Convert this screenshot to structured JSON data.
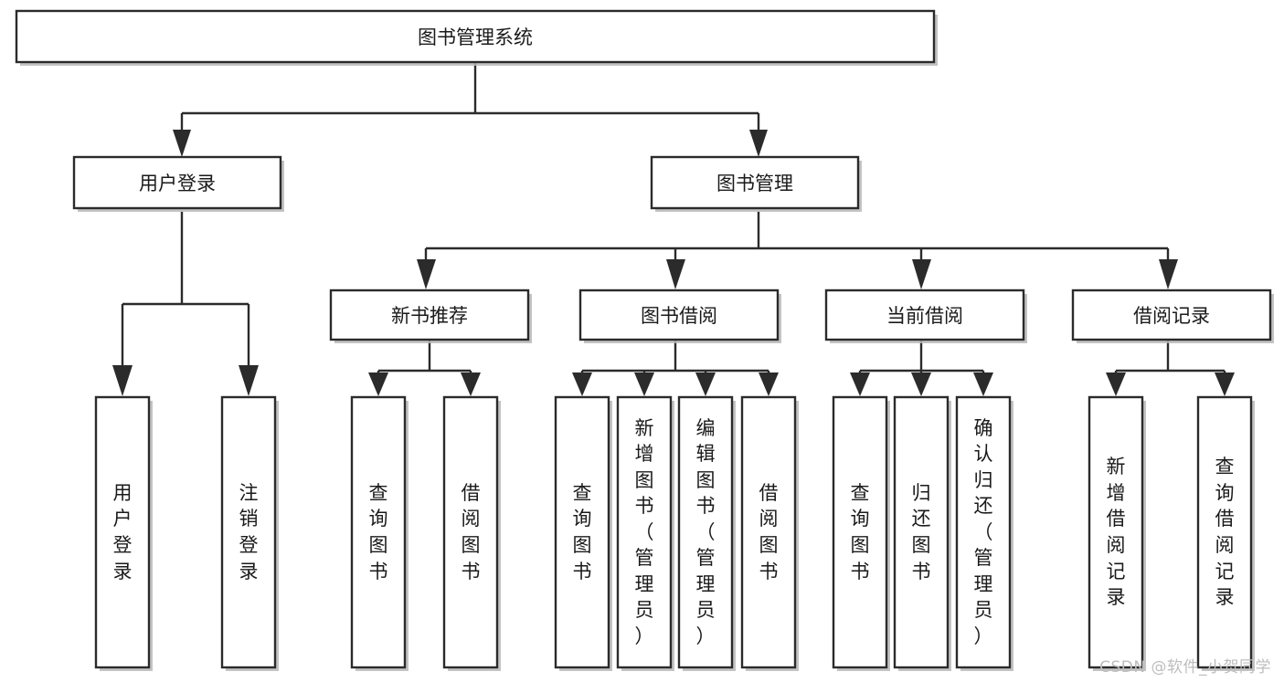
{
  "diagram": {
    "title": "图书管理系统",
    "type": "hierarchy-tree",
    "watermark": "CSDN @软件_小贺同学",
    "colors": {
      "box_stroke": "#2b2b2b",
      "box_fill": "#ffffff",
      "connector": "#2b2b2b",
      "shadow": "#b9b9b9",
      "watermark": "#bdbdbd",
      "background": "#ffffff"
    },
    "root": {
      "label": "图书管理系统"
    },
    "level2": [
      {
        "id": "user-login",
        "label": "用户登录"
      },
      {
        "id": "book-manage",
        "label": "图书管理"
      }
    ],
    "level3": [
      {
        "id": "new-book-recommend",
        "label": "新书推荐",
        "parent": "book-manage"
      },
      {
        "id": "book-borrow",
        "label": "图书借阅",
        "parent": "book-manage"
      },
      {
        "id": "current-borrow",
        "label": "当前借阅",
        "parent": "book-manage"
      },
      {
        "id": "borrow-record",
        "label": "借阅记录",
        "parent": "book-manage"
      }
    ],
    "leaves": {
      "user-login": [
        {
          "id": "leaf-user-login",
          "label": "用户登录",
          "chars": [
            "用",
            "户",
            "登",
            "录"
          ]
        },
        {
          "id": "leaf-user-logout",
          "label": "注销登录",
          "chars": [
            "注",
            "销",
            "登",
            "录"
          ]
        }
      ],
      "new-book-recommend": [
        {
          "id": "leaf-query-book-1",
          "label": "查询图书",
          "chars": [
            "查",
            "询",
            "图",
            "书"
          ]
        },
        {
          "id": "leaf-borrow-book-1",
          "label": "借阅图书",
          "chars": [
            "借",
            "阅",
            "图",
            "书"
          ]
        }
      ],
      "book-borrow": [
        {
          "id": "leaf-query-book-2",
          "label": "查询图书",
          "chars": [
            "查",
            "询",
            "图",
            "书"
          ]
        },
        {
          "id": "leaf-add-book",
          "label": "新增图书（管理员）",
          "chars": [
            "新",
            "增",
            "图",
            "书",
            "（",
            "管",
            "理",
            "员",
            "）"
          ]
        },
        {
          "id": "leaf-edit-book",
          "label": "编辑图书（管理员）",
          "chars": [
            "编",
            "辑",
            "图",
            "书",
            "（",
            "管",
            "理",
            "员",
            "）"
          ]
        },
        {
          "id": "leaf-borrow-book-2",
          "label": "借阅图书",
          "chars": [
            "借",
            "阅",
            "图",
            "书"
          ]
        }
      ],
      "current-borrow": [
        {
          "id": "leaf-query-book-3",
          "label": "查询图书",
          "chars": [
            "查",
            "询",
            "图",
            "书"
          ]
        },
        {
          "id": "leaf-return-book",
          "label": "归还图书",
          "chars": [
            "归",
            "还",
            "图",
            "书"
          ]
        },
        {
          "id": "leaf-confirm-return",
          "label": "确认归还（管理员）",
          "chars": [
            "确",
            "认",
            "归",
            "还",
            "（",
            "管",
            "理",
            "员",
            "）"
          ]
        }
      ],
      "borrow-record": [
        {
          "id": "leaf-add-record",
          "label": "新增借阅记录",
          "chars": [
            "新",
            "增",
            "借",
            "阅",
            "记",
            "录"
          ]
        },
        {
          "id": "leaf-query-record",
          "label": "查询借阅记录",
          "chars": [
            "查",
            "询",
            "借",
            "阅",
            "记",
            "录"
          ]
        }
      ]
    }
  }
}
